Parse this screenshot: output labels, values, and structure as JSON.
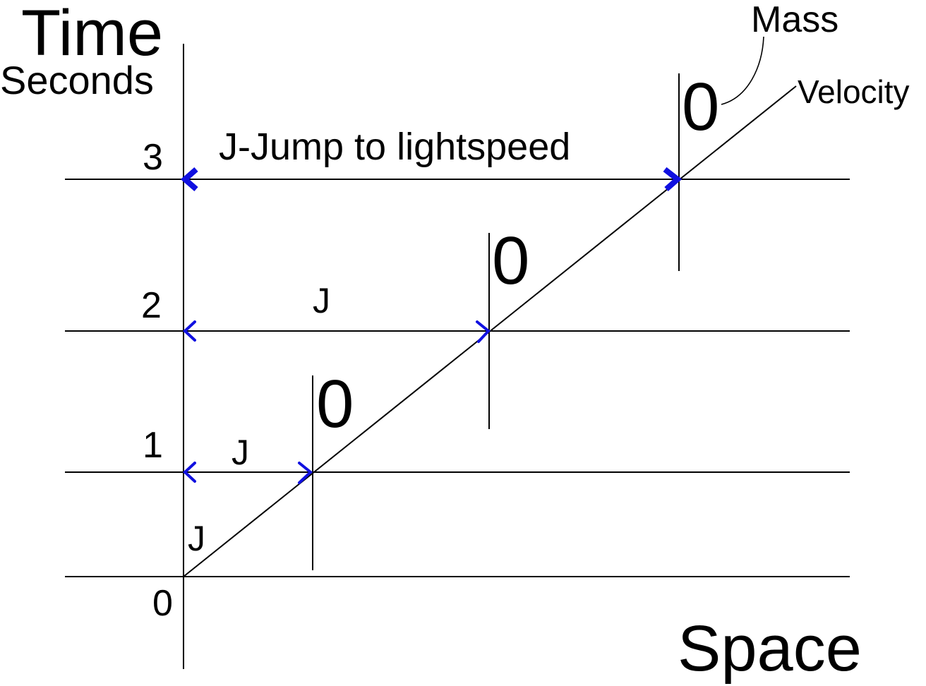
{
  "labels": {
    "time_title": "Time",
    "time_unit": "Seconds",
    "space_title": "Space",
    "mass": "Mass",
    "velocity": "Velocity",
    "jump_description": "J-Jump to lightspeed"
  },
  "y_ticks": [
    "0",
    "1",
    "2",
    "3"
  ],
  "jump_markers": [
    "J",
    "J",
    "J"
  ],
  "mass_values": [
    "0",
    "0",
    "0"
  ],
  "colors": {
    "lines": "#000000",
    "arrows": "#1010e0"
  }
}
